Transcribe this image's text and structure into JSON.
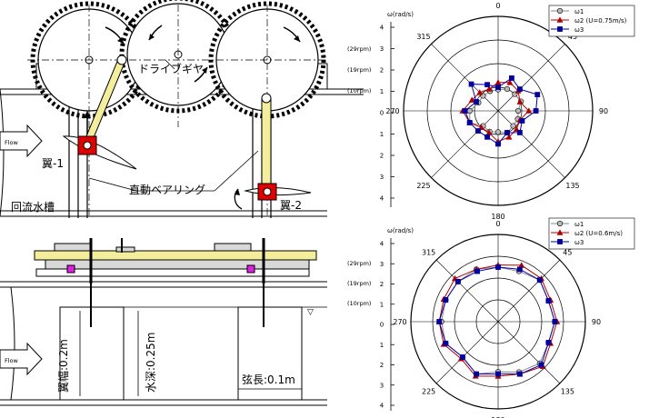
{
  "diagram": {
    "labels": {
      "drive_gear": "ドライブギヤ",
      "wing1": "翼-1",
      "wing2": "翼-2",
      "linear_bearing": "直動ベアリング",
      "water_tank": "回流水槽",
      "flow": "Flow",
      "wing_width": "翼幅:0.2m",
      "water_depth": "水深:0.25m",
      "chord_length": "弦長:0.1m"
    }
  },
  "polar_axis": {
    "unit": "ω(rad/s)",
    "ticks": [
      "4",
      "3",
      "2",
      "1",
      "0",
      "1",
      "2",
      "3",
      "4"
    ],
    "rpm_labels": [
      "(29rpm)",
      "(19rpm)",
      "(10rpm)"
    ],
    "angles": [
      "0",
      "45",
      "90",
      "135",
      "180",
      "225",
      "270",
      "315"
    ]
  },
  "chart_data": [
    {
      "type": "polar",
      "title": "",
      "rlim": [
        0,
        4
      ],
      "theta_deg": [
        0,
        22.5,
        45,
        67.5,
        90,
        112.5,
        135,
        157.5,
        180,
        202.5,
        225,
        247.5,
        270,
        292.5,
        315,
        337.5
      ],
      "series": [
        {
          "name": "ω1",
          "marker": "circle",
          "color": "#888888",
          "values": [
            0.9,
            1.0,
            1.0,
            1.05,
            0.85,
            0.9,
            0.9,
            1.0,
            0.9,
            0.95,
            0.9,
            1.3,
            1.2,
            0.9,
            0.9,
            0.9
          ]
        },
        {
          "name": "ω2  (U=0.75m/s)",
          "marker": "triangle",
          "color": "#b00000",
          "values": [
            1.2,
            1.3,
            1.2,
            1.0,
            1.3,
            1.0,
            1.1,
            1.2,
            1.3,
            1.0,
            1.0,
            1.3,
            1.5,
            1.2,
            1.1,
            1.0
          ]
        },
        {
          "name": "ω3",
          "marker": "square",
          "color": "#0000a0",
          "values": [
            1.0,
            1.5,
            1.3,
            1.8,
            1.6,
            1.1,
            1.3,
            1.0,
            1.4,
            1.2,
            1.2,
            1.3,
            1.4,
            1.0,
            1.6,
            1.2
          ]
        }
      ]
    },
    {
      "type": "polar",
      "title": "",
      "rlim": [
        0,
        4
      ],
      "theta_deg": [
        0,
        22.5,
        45,
        67.5,
        90,
        112.5,
        135,
        157.5,
        180,
        202.5,
        225,
        247.5,
        270,
        292.5,
        315,
        337.5
      ],
      "series": [
        {
          "name": "ω1",
          "marker": "circle",
          "color": "#888888",
          "values": [
            2.5,
            2.5,
            2.7,
            2.5,
            2.6,
            2.5,
            2.7,
            2.5,
            2.3,
            2.6,
            2.3,
            2.6,
            2.6,
            2.6,
            2.6,
            2.6
          ]
        },
        {
          "name": "ω2  (U=0.6m/s)",
          "marker": "triangle",
          "color": "#b00000",
          "values": [
            2.6,
            2.8,
            2.8,
            2.6,
            2.7,
            2.6,
            2.9,
            2.6,
            2.5,
            2.7,
            2.4,
            2.7,
            2.7,
            2.7,
            2.8,
            2.6
          ]
        },
        {
          "name": "ω3",
          "marker": "square",
          "color": "#0000a0",
          "values": [
            2.5,
            2.6,
            2.7,
            2.5,
            2.6,
            2.5,
            2.8,
            2.6,
            2.4,
            2.6,
            2.3,
            2.6,
            2.7,
            2.6,
            2.6,
            2.5
          ]
        }
      ]
    }
  ]
}
